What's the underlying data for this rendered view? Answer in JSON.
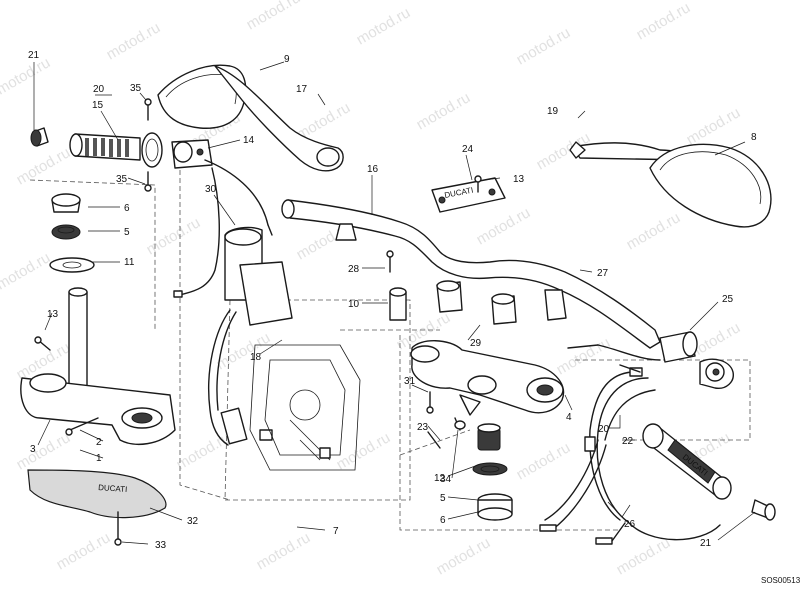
{
  "diagram": {
    "drawing_code": "SOS00513",
    "watermark_text": "motod.ru",
    "brand_mark": "DUCATI",
    "callouts": {
      "c21a": "21",
      "c20a": "20",
      "c15": "15",
      "c35a": "35",
      "c9": "9",
      "c17": "17",
      "c19": "19",
      "c8": "8",
      "c14": "14",
      "c35b": "35",
      "c16": "16",
      "c24": "24",
      "c13a": "13",
      "c30": "30",
      "c6a": "6",
      "c5a": "5",
      "c11": "11",
      "c28": "28",
      "c27": "27",
      "c10": "10",
      "c13b": "13",
      "c25": "25",
      "c18": "18",
      "c29": "29",
      "c31": "31",
      "c3": "3",
      "c2": "2",
      "c1": "1",
      "c4": "4",
      "c20b": "20",
      "c22": "22",
      "c23": "23",
      "c34": "34",
      "c12": "12",
      "c5b": "5",
      "c6b": "6",
      "c32": "32",
      "c33": "33",
      "c7": "7",
      "c26": "26",
      "c21b": "21"
    }
  }
}
